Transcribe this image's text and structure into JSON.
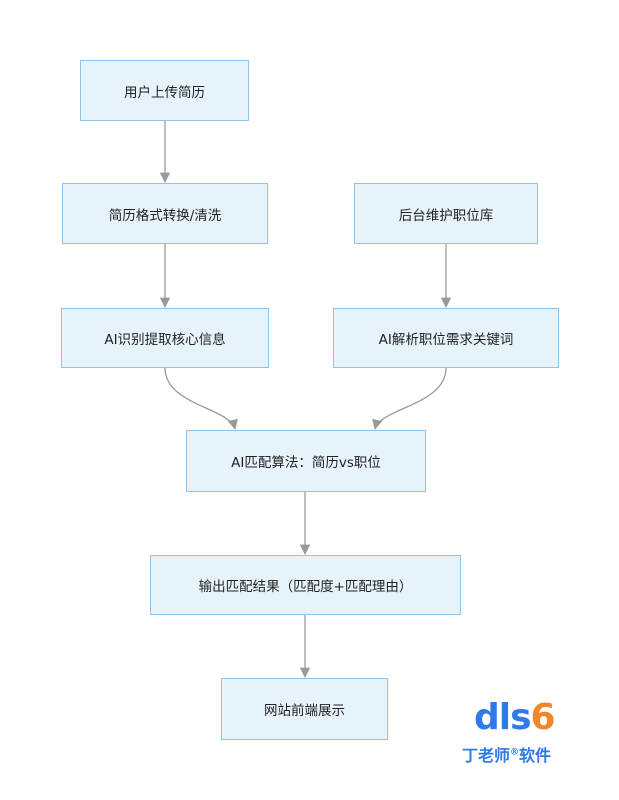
{
  "nodes": {
    "upload": "用户上传简历",
    "convert": "简历格式转换/清洗",
    "jobdb": "后台维护职位库",
    "extract": "AI识别提取核心信息",
    "parse": "AI解析职位需求关键词",
    "match": "AI匹配算法：简历vs职位",
    "output": "输出匹配结果（匹配度+匹配理由）",
    "display": "网站前端展示"
  },
  "logo": {
    "mark_main": "dls",
    "mark_num": "6",
    "tagline_a": "丁老师",
    "reg": "®",
    "tagline_b": "软件",
    "colors": {
      "blue": "#2f79e8",
      "orange": "#f1862b"
    }
  },
  "colors": {
    "node_fill": "#e6f3fb",
    "node_border": "#8ec3ea",
    "edge": "#9a9a9a"
  }
}
